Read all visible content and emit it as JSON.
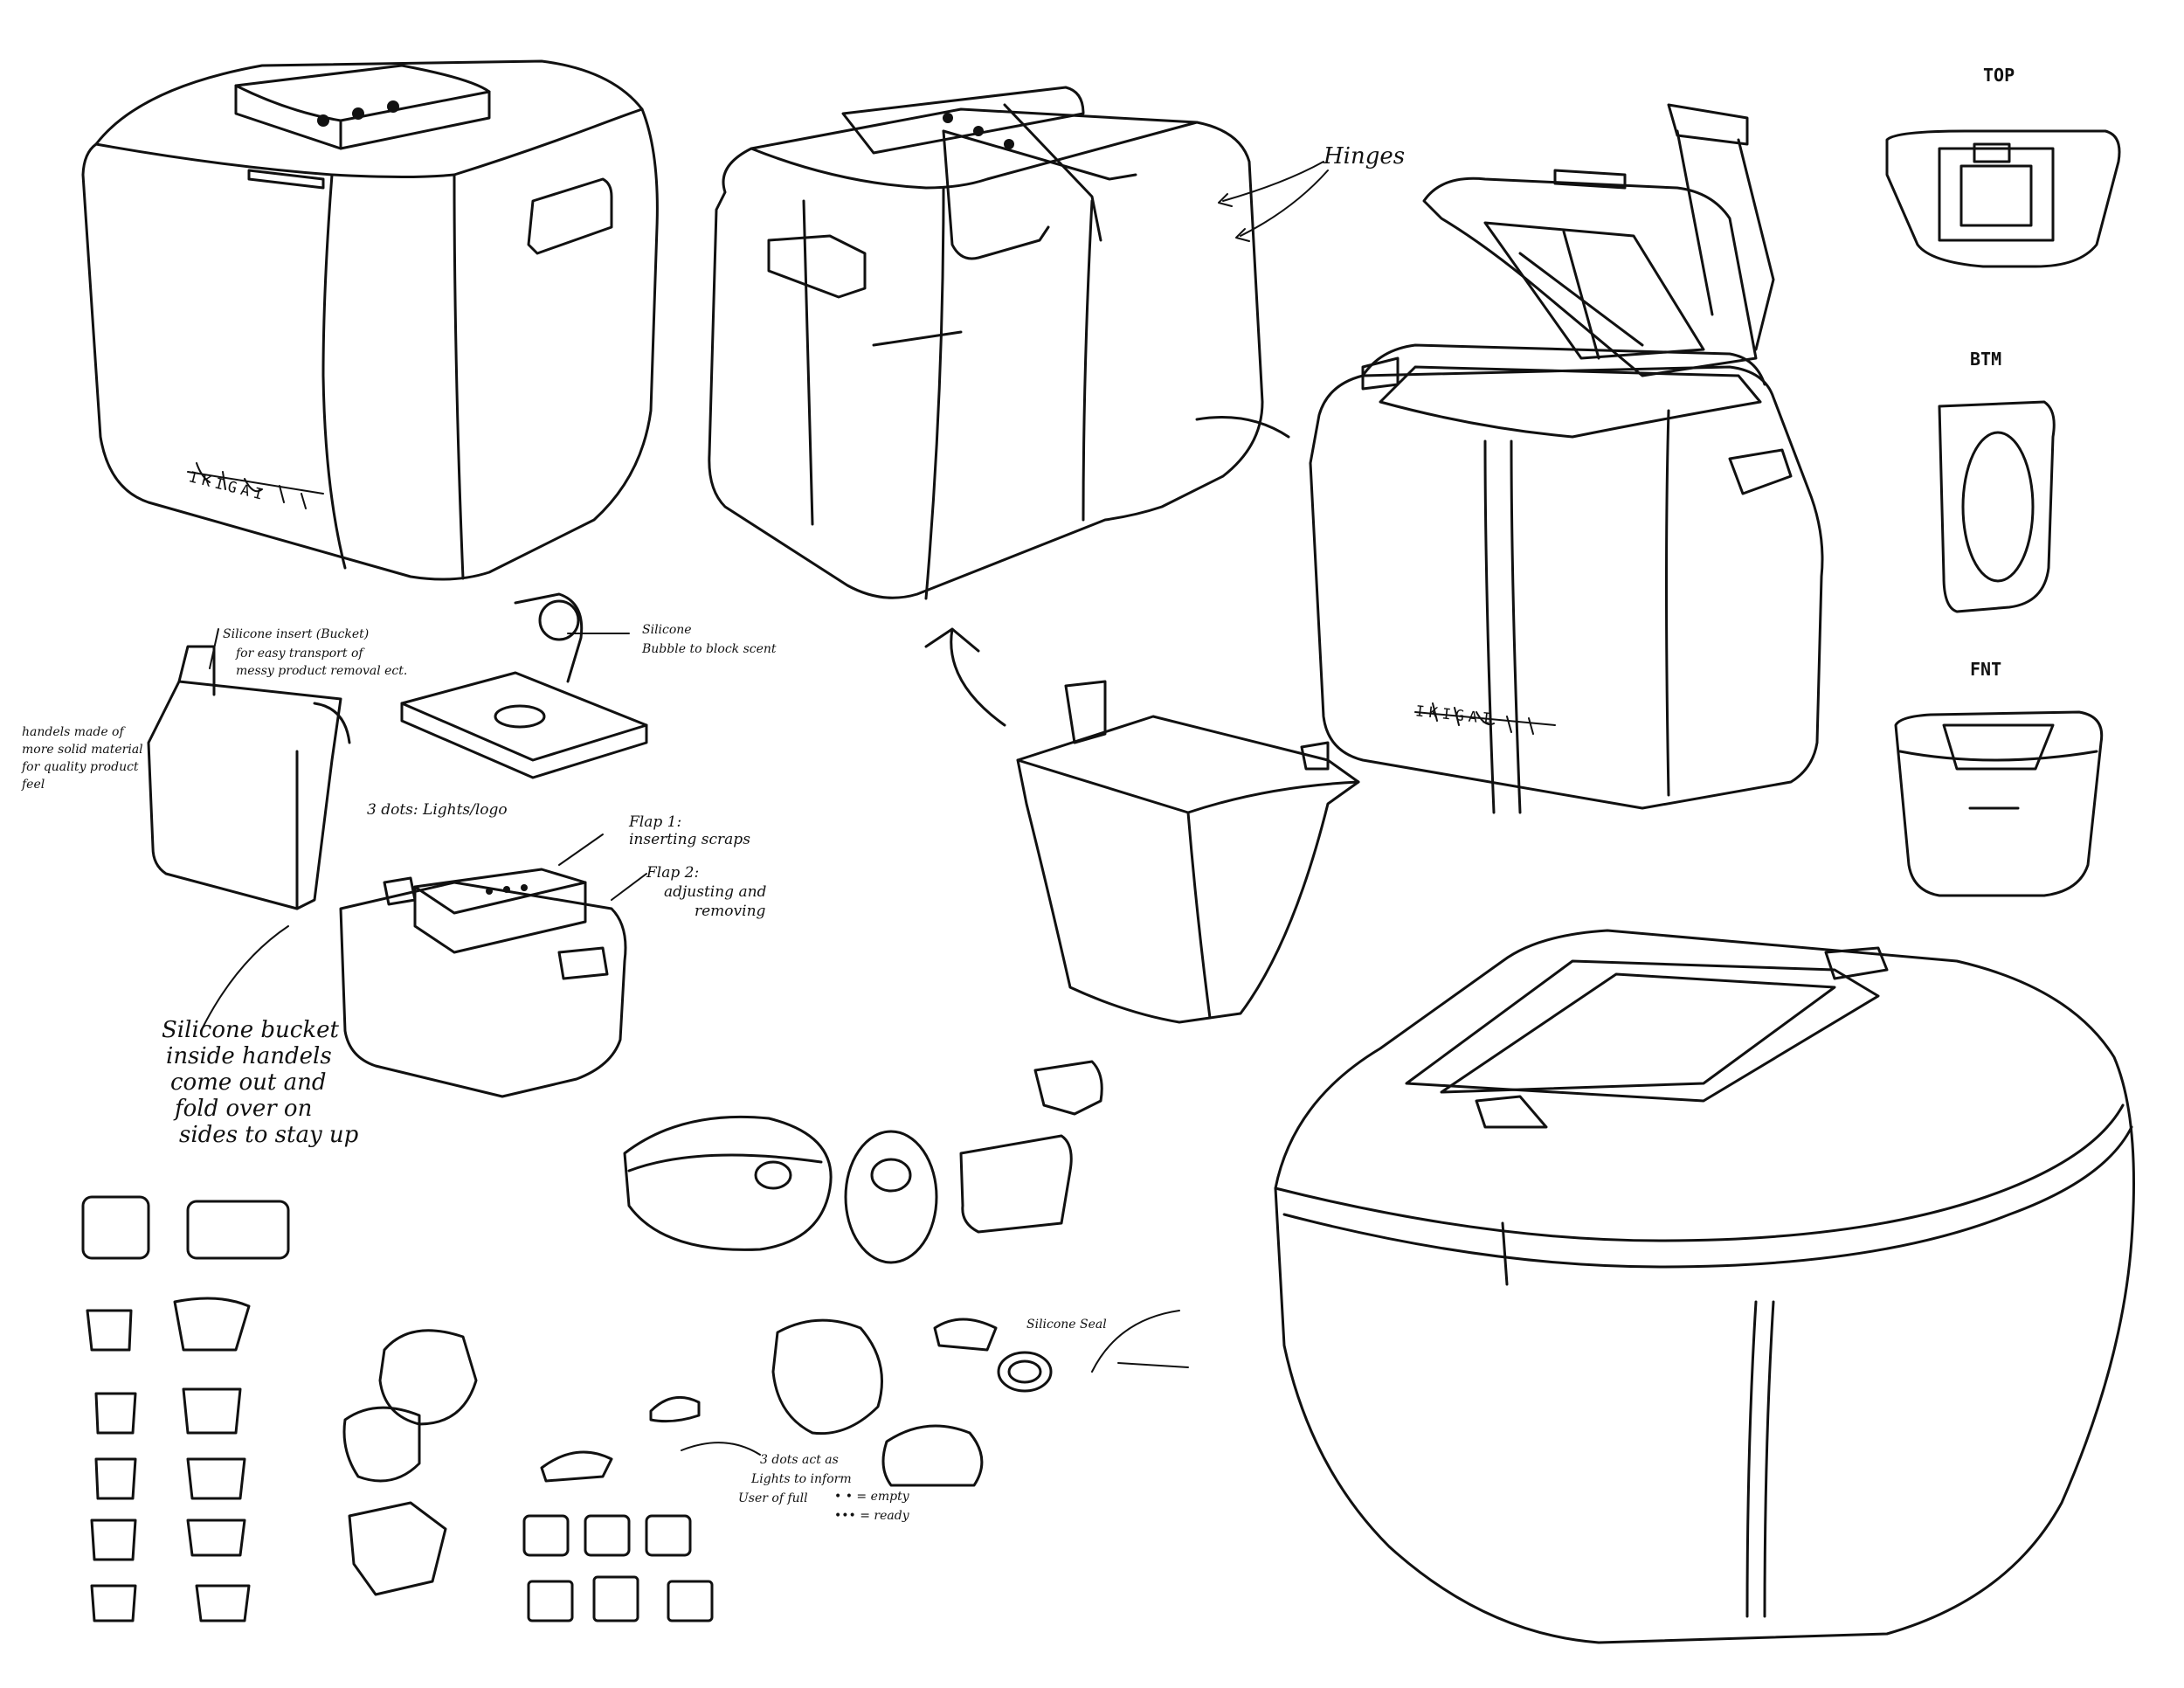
{
  "annotations": {
    "hinges": "Hinges",
    "view_top": "TOP",
    "view_btm": "BTM",
    "view_fnt": "FNT",
    "silicone_insert_line1": "Silicone insert (Bucket)",
    "silicone_insert_line2": "for easy transport of",
    "silicone_insert_line3": "messy product removal ect.",
    "handles_line1": "handels made of",
    "handles_line2": "more solid material",
    "handles_line3": "for quality product",
    "handles_line4": "feel",
    "silicone_bubble_line1": "Silicone",
    "silicone_bubble_line2": "Bubble to block scent",
    "three_dots": "3 dots: Lights/logo",
    "flap1_line1": "Flap 1:",
    "flap1_line2": "inserting scraps",
    "flap2_line1": "Flap 2:",
    "flap2_line2": "adjusting and",
    "flap2_line3": "removing",
    "bucket_line1": "Silicone bucket",
    "bucket_line2": "inside handels",
    "bucket_line3": "come out and",
    "bucket_line4": "fold over on",
    "bucket_line5": "sides to stay up",
    "silicone_seal": "Silicone Seal",
    "lights_line1": "3 dots act as",
    "lights_line2": "Lights to inform",
    "lights_line3": "User of full",
    "lights_line4": "• • = empty",
    "lights_line5": "••• = ready"
  },
  "logo_text": "IKIGAI",
  "colors": {
    "ink": "#111111",
    "paper": "#ffffff"
  }
}
